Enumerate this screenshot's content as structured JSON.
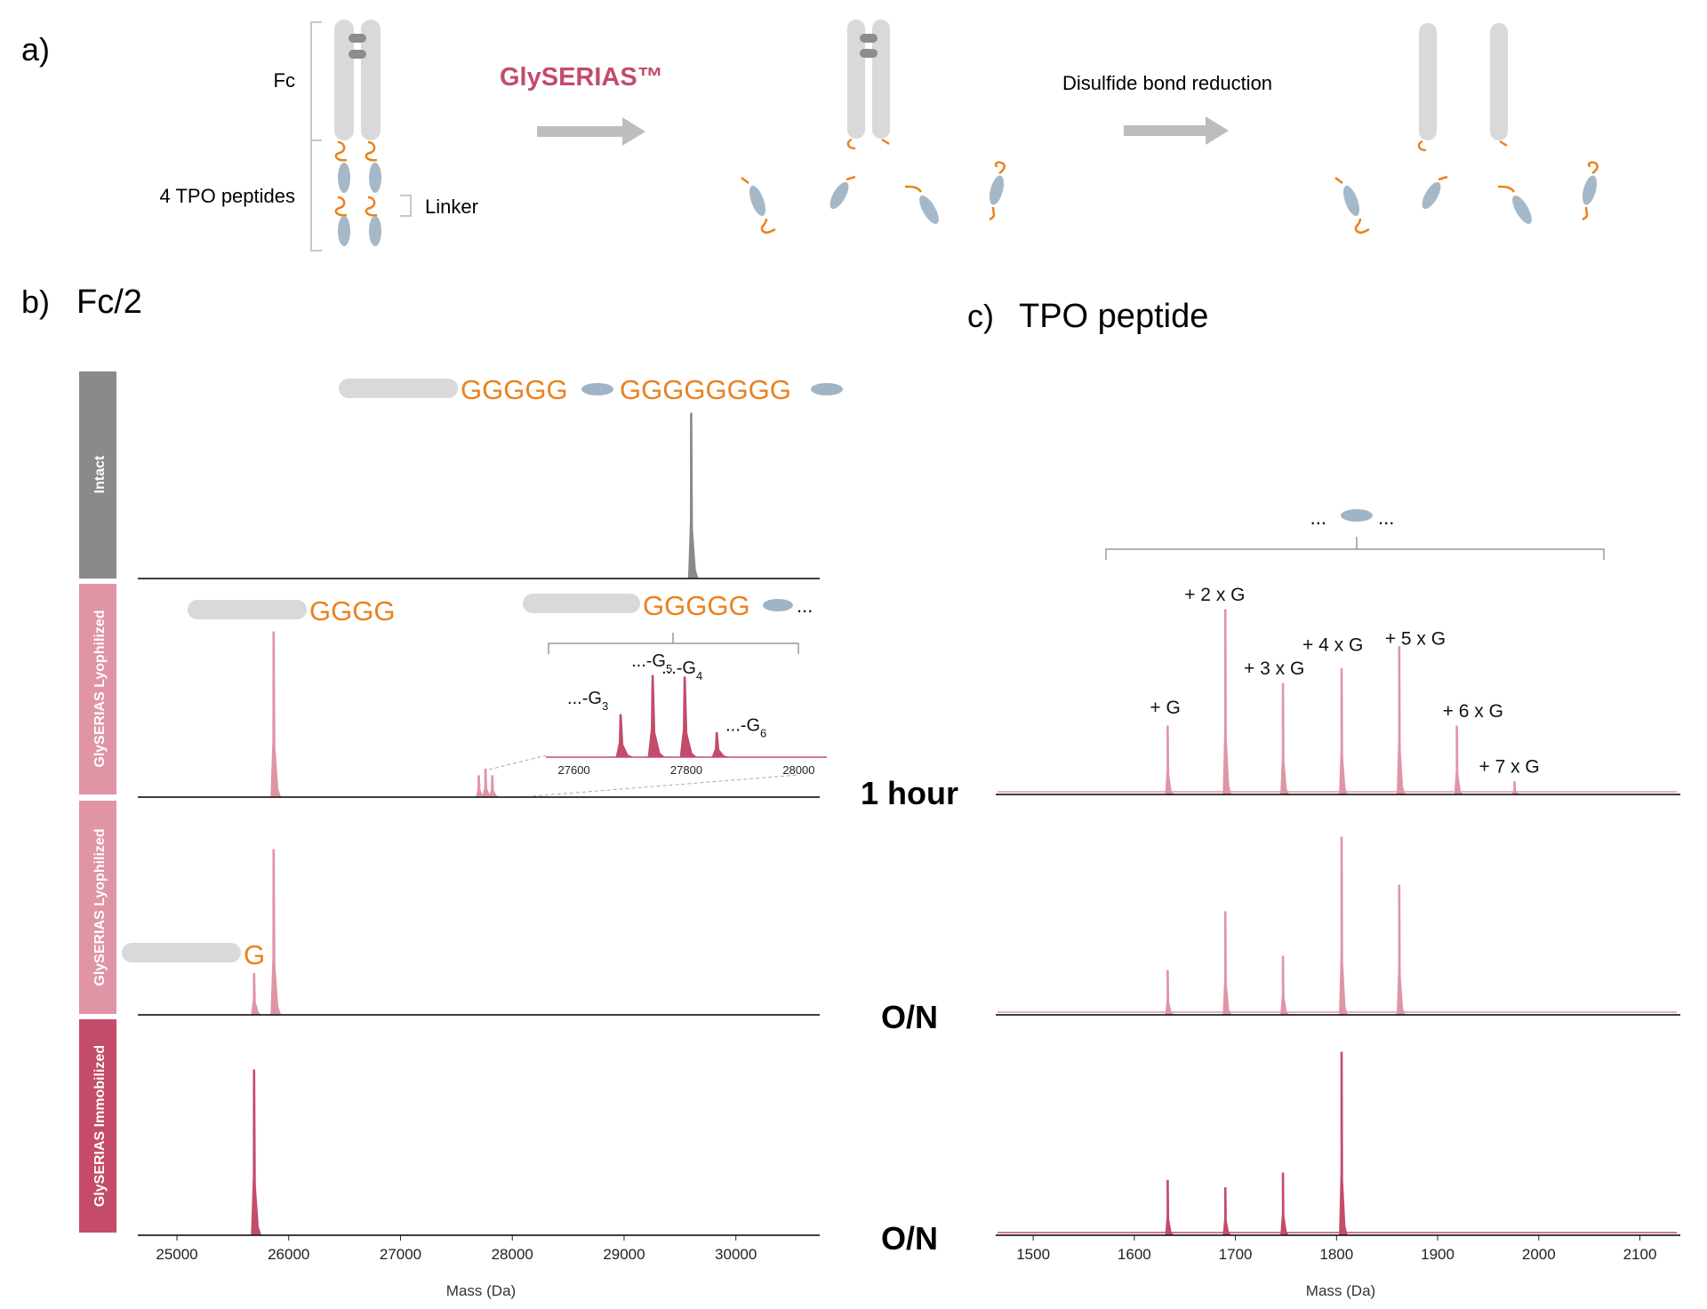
{
  "panel_a": {
    "label": "a)",
    "fc_label": "Fc",
    "peptides_label": "4 TPO peptides",
    "linker_label": "Linker",
    "enzyme_label": "GlySERIAS™",
    "reduction_label": "Disulfide bond reduction"
  },
  "panel_b": {
    "label": "b)",
    "title": "Fc/2"
  },
  "panel_c": {
    "label": "c)",
    "title": "TPO peptide"
  },
  "colors": {
    "intact": "#8a8a8a",
    "lyophilized": "#df95a5",
    "immobilized": "#c44b6a",
    "glycine": "#e9821f",
    "peptide": "#9fb4c4",
    "fc": "#d9d9d9"
  },
  "chart_data": [
    {
      "type": "line",
      "id": "fc2",
      "xlabel": "Mass (Da)",
      "ylabel": "",
      "xlim": [
        24650,
        30750
      ],
      "x_ticks": [
        25000,
        26000,
        27000,
        28000,
        29000,
        30000
      ],
      "tracks": [
        {
          "name": "Intact",
          "color": "#8a8a8a",
          "peaks": [
            {
              "x": 29600,
              "y": 1.0
            }
          ],
          "annotation": {
            "g_left": "GGGGG",
            "g_right": "GGGGGGGG"
          }
        },
        {
          "name": "GlySERIAS Lyophilized",
          "color": "#df95a5",
          "peaks": [
            {
              "x": 25865,
              "y": 1.0
            },
            {
              "x": 27700,
              "y": 0.13
            },
            {
              "x": 27760,
              "y": 0.17
            },
            {
              "x": 27820,
              "y": 0.13
            }
          ],
          "annotation": {
            "g_left": "GGGG",
            "g_right": "GGGGG",
            "ellipsis": "..."
          },
          "inset": {
            "xlim": [
              27550,
              28050
            ],
            "x_ticks": [
              27600,
              27800,
              28000
            ],
            "peaks": [
              {
                "x": 27683,
                "y": 0.52,
                "label": "...-G",
                "sub": "3"
              },
              {
                "x": 27740,
                "y": 1.0,
                "label": "...-G",
                "sub": "4"
              },
              {
                "x": 27797,
                "y": 0.98,
                "label": "...-G",
                "sub": "5"
              },
              {
                "x": 27854,
                "y": 0.3,
                "label": "...-G",
                "sub": "6"
              }
            ]
          }
        },
        {
          "name": "GlySERIAS Lyophilized",
          "color": "#df95a5",
          "peaks": [
            {
              "x": 25690,
              "y": 0.25
            },
            {
              "x": 25865,
              "y": 1.0
            }
          ],
          "annotation": {
            "g_left": "G"
          }
        },
        {
          "name": "GlySERIAS Immobilized",
          "color": "#c44b6a",
          "peaks": [
            {
              "x": 25690,
              "y": 1.0
            }
          ]
        }
      ]
    },
    {
      "type": "line",
      "id": "tpo",
      "xlabel": "Mass (Da)",
      "ylabel": "",
      "xlim": [
        1470,
        2140
      ],
      "x_ticks": [
        1500,
        1600,
        1700,
        1800,
        1900,
        2000,
        2100
      ],
      "bracket_label_left": "...",
      "bracket_label_right": "...",
      "tracks": [
        {
          "name": "1 hour",
          "color": "#df95a5",
          "peaks": [
            {
              "x": 1633,
              "y": 0.37,
              "label": "+ G"
            },
            {
              "x": 1690,
              "y": 1.0,
              "label": "+ 2 x G"
            },
            {
              "x": 1747,
              "y": 0.6,
              "label": "+ 3 x G"
            },
            {
              "x": 1805,
              "y": 0.68,
              "label": "+ 4 x G"
            },
            {
              "x": 1862,
              "y": 0.8,
              "label": "+ 5 x G"
            },
            {
              "x": 1919,
              "y": 0.37,
              "label": "+ 6 x G"
            },
            {
              "x": 1976,
              "y": 0.07,
              "label": "+ 7 x G"
            }
          ]
        },
        {
          "name": "O/N",
          "color": "#df95a5",
          "peaks": [
            {
              "x": 1633,
              "y": 0.25
            },
            {
              "x": 1690,
              "y": 0.58
            },
            {
              "x": 1747,
              "y": 0.33
            },
            {
              "x": 1805,
              "y": 1.0
            },
            {
              "x": 1862,
              "y": 0.73
            }
          ]
        },
        {
          "name": "O/N",
          "color": "#c44b6a",
          "peaks": [
            {
              "x": 1633,
              "y": 0.3
            },
            {
              "x": 1690,
              "y": 0.26
            },
            {
              "x": 1747,
              "y": 0.34
            },
            {
              "x": 1805,
              "y": 1.0
            }
          ]
        }
      ]
    }
  ]
}
